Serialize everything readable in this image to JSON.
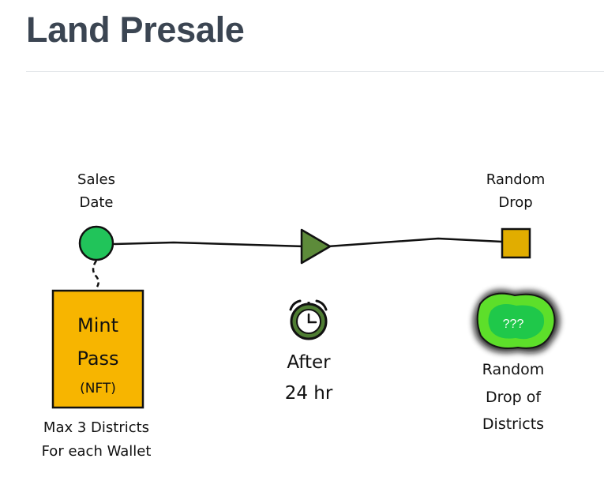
{
  "page": {
    "title": "Land Presale"
  },
  "diagram": {
    "start": {
      "label_line1": "Sales",
      "label_line2": "Date"
    },
    "end": {
      "label_line1": "Random",
      "label_line2": "Drop"
    },
    "mint_pass": {
      "line1": "Mint",
      "line2": "Pass",
      "line3": "(NFT)",
      "caption_line1": "Max 3 Districts",
      "caption_line2": "For each Wallet"
    },
    "timer": {
      "icon": "alarm-clock-icon",
      "line1": "After",
      "line2": "24 hr"
    },
    "district": {
      "mystery_text": "???",
      "caption_line1": "Random",
      "caption_line2": "Drop of",
      "caption_line3": "Districts"
    },
    "colors": {
      "start_node": "#21c45a",
      "mint_box": "#f7b500",
      "end_node": "#e1ad00",
      "arrow": "#5d8b3a",
      "clock": "#4f7d33",
      "blob_glow": "#5ddf2a",
      "blob_core": "#1fc84a"
    }
  }
}
